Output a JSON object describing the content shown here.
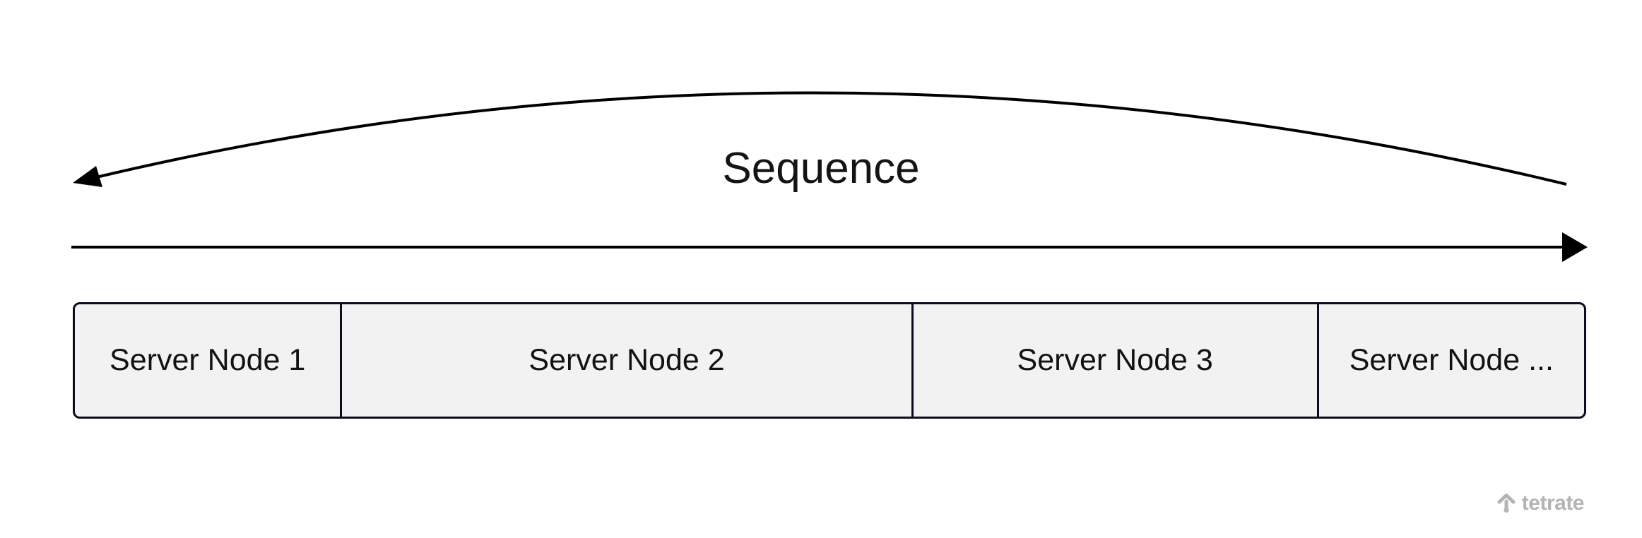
{
  "diagram": {
    "sequence_label": "Sequence",
    "nodes": [
      {
        "label": "Server Node 1"
      },
      {
        "label": "Server Node 2"
      },
      {
        "label": "Server Node 3"
      },
      {
        "label": "Server Node ..."
      }
    ],
    "colors": {
      "arrow": "#000000",
      "node_fill": "#f2f2f2",
      "node_border": "#0a0e1d",
      "node_text": "#121212",
      "sequence_text": "#141414",
      "watermark": "#b4b4b4"
    },
    "icons": {
      "watermark_icon": "tetrate-logo-icon"
    }
  },
  "watermark": {
    "brand": "tetrate"
  }
}
